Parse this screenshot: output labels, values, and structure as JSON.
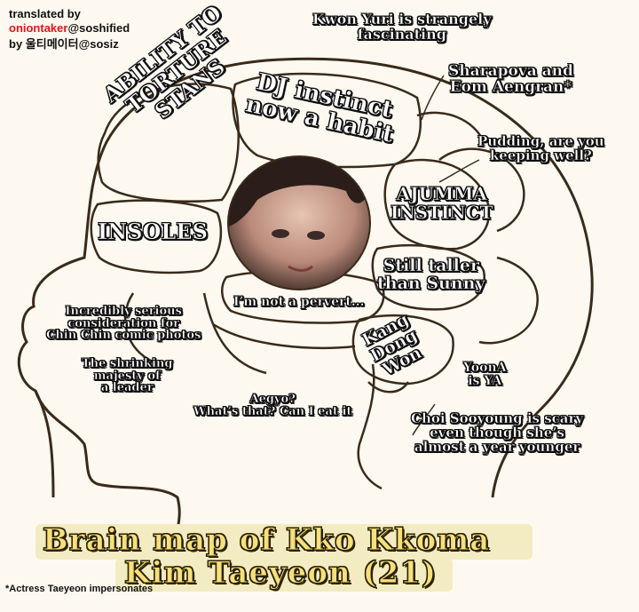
{
  "credits": {
    "line1": "translated by",
    "line2_name": "oniontaker",
    "line2_rest": "@soshified",
    "line3": "by 울티메이터@sosiz"
  },
  "labels": {
    "ability": "ABILITY TO\nTORTURE\nSTANS",
    "dj": "DJ instinct\nnow a habit",
    "ajumma": "AJUMMA\nINSTINCT",
    "insoles": "INSOLES",
    "taller": "Still taller\nthan Sunny",
    "pervert": "I’m not a pervert...",
    "kang": "Kang\nDong\nWon",
    "yuri": "Kwon Yuri is strangely\nfascinating",
    "sharapova": "Sharapova and\nEom Aengran*",
    "pudding": "Pudding, are you\nkeeping well?",
    "chinchin": "Incredibly serious\nconsideration for\nChin Chin comic photos",
    "shrinking": "The shrinking\nmajesty of\na leader",
    "aegyo": "Aegyo?\nWhat’s that? Can I eat it",
    "yoona": "YoonA\nis YA",
    "sooyoung": "Choi Sooyoung is scary\neven though she’s\nalmost a year younger"
  },
  "title": {
    "line1": "Brain map of Kko Kkoma",
    "line2": "Kim Taeyeon (21)"
  },
  "footnote": "*Actress Taeyeon  impersonates",
  "colors": {
    "outline": "#3a2a1a",
    "title_fill": "#f7df7c",
    "title_glow": "#f3ebc2",
    "credit_red": "#e0151a"
  }
}
